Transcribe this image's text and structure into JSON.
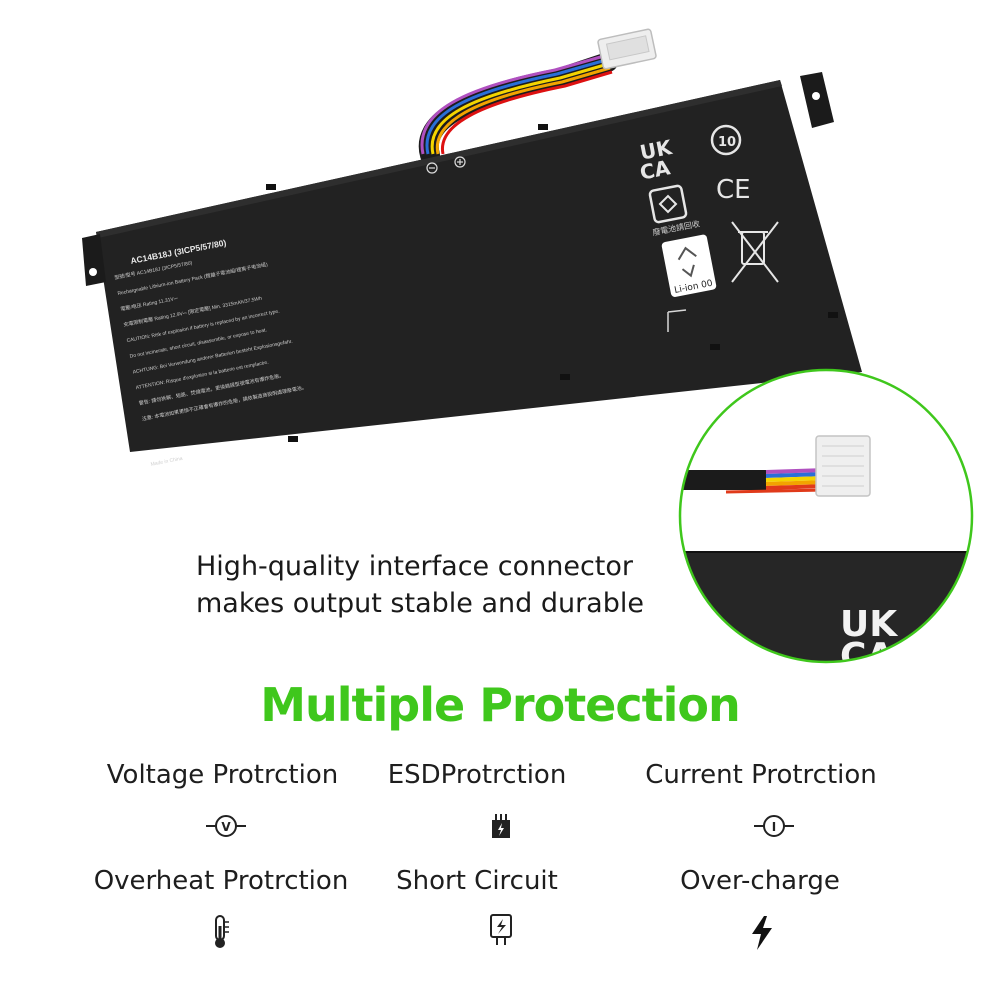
{
  "battery": {
    "model": "AC14B18J (3ICP5/57/80)",
    "small_lines": [
      "型號/型号 AC14B18J (3ICP5/57/80)",
      "Rechargeable Lithium-ion Battery Pack (鋰離子電池組/锂离子电池组)",
      "電壓/电压 Rating 11.31V⎓",
      "充電限制電壓 Rating 12.9V⎓ [限定電壓] Min. 3315mAh/37.5Wh",
      "CAUTION: Risk of explosion if battery is replaced by an incorrect type.",
      "Do not incinerate, short circuit, disassemble, or expose to heat.",
      "ACHTUNG: Bei Verwendung anderer Batterien besteht Explosionsgefahr.",
      "ATTENTION: Risque d'explosion si la batterie est remplacée.",
      "警告: 請勿拆解、短路、焚燒電池，更換錯誤型號電池有爆炸危險。",
      "注意: 本電池如果更換不正確會有爆炸的危險，請依製造商說明處理廢電池。",
      "Made in China"
    ],
    "ukca": "UK CA",
    "ce": "CE",
    "recycle_text": "廢電池請回收",
    "li_ion": "Li-ion 00",
    "cert_10": "10"
  },
  "zoom_inset": {
    "ukca": "UK CA"
  },
  "caption": {
    "line1": "High-quality interface connector",
    "line2": "makes output stable and durable"
  },
  "heading": "Multiple Protection",
  "features": [
    {
      "label": "Voltage Protrction",
      "icon": "voltage-icon",
      "glyph": "V"
    },
    {
      "label": "ESDProtrction",
      "icon": "esd-chip-icon",
      "glyph": ""
    },
    {
      "label": "Current Protrction",
      "icon": "current-icon",
      "glyph": "I"
    },
    {
      "label": "Overheat Protrction",
      "icon": "thermometer-icon",
      "glyph": ""
    },
    {
      "label": "Short Circuit",
      "icon": "short-circuit-icon",
      "glyph": ""
    },
    {
      "label": "Over-charge",
      "icon": "lightning-icon",
      "glyph": ""
    }
  ],
  "colors": {
    "accent_green": "#3fc71c",
    "battery_black": "#1f1f1f",
    "text_dark": "#1e1e1e"
  }
}
